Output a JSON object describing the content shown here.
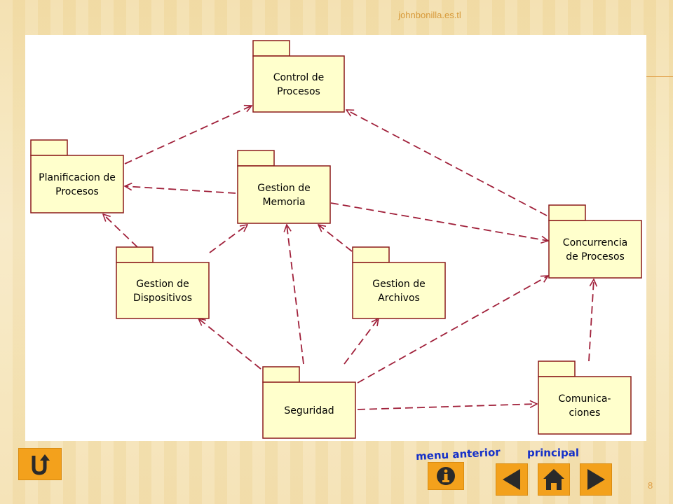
{
  "header": {
    "watermark": "johnbonilla.es.tl"
  },
  "diagram": {
    "packages": [
      {
        "id": "control",
        "lines": [
          "Control de",
          "Procesos"
        ]
      },
      {
        "id": "planificacion",
        "lines": [
          "Planificacion de",
          "Procesos"
        ]
      },
      {
        "id": "memoria",
        "lines": [
          "Gestion de",
          "Memoria"
        ]
      },
      {
        "id": "concurrencia",
        "lines": [
          "Concurrencia",
          "de Procesos"
        ]
      },
      {
        "id": "dispositivos",
        "lines": [
          "Gestion de",
          "Dispositivos"
        ]
      },
      {
        "id": "archivos",
        "lines": [
          "Gestion de",
          "Archivos"
        ]
      },
      {
        "id": "seguridad",
        "lines": [
          "Seguridad"
        ]
      },
      {
        "id": "comunicaciones",
        "lines": [
          "Comunica-",
          "ciones"
        ]
      }
    ],
    "dependencies": [
      {
        "from": "planificacion",
        "to": "control"
      },
      {
        "from": "concurrencia",
        "to": "control"
      },
      {
        "from": "memoria",
        "to": "planificacion"
      },
      {
        "from": "memoria",
        "to": "concurrencia"
      },
      {
        "from": "dispositivos",
        "to": "planificacion"
      },
      {
        "from": "dispositivos",
        "to": "memoria"
      },
      {
        "from": "archivos",
        "to": "memoria"
      },
      {
        "from": "seguridad",
        "to": "memoria"
      },
      {
        "from": "seguridad",
        "to": "dispositivos"
      },
      {
        "from": "seguridad",
        "to": "archivos"
      },
      {
        "from": "seguridad",
        "to": "concurrencia"
      },
      {
        "from": "seguridad",
        "to": "comunicaciones"
      },
      {
        "from": "comunicaciones",
        "to": "concurrencia"
      }
    ],
    "colors": {
      "fill": "#ffffcc",
      "border": "#8b1a1a",
      "line": "#a0203a"
    }
  },
  "nav": {
    "menu_anterior_label": "menu anterior",
    "principal_label": "principal",
    "icons": [
      "return-icon",
      "info-icon",
      "previous-icon",
      "home-icon",
      "next-icon"
    ]
  },
  "footer": {
    "page_number": "8"
  }
}
